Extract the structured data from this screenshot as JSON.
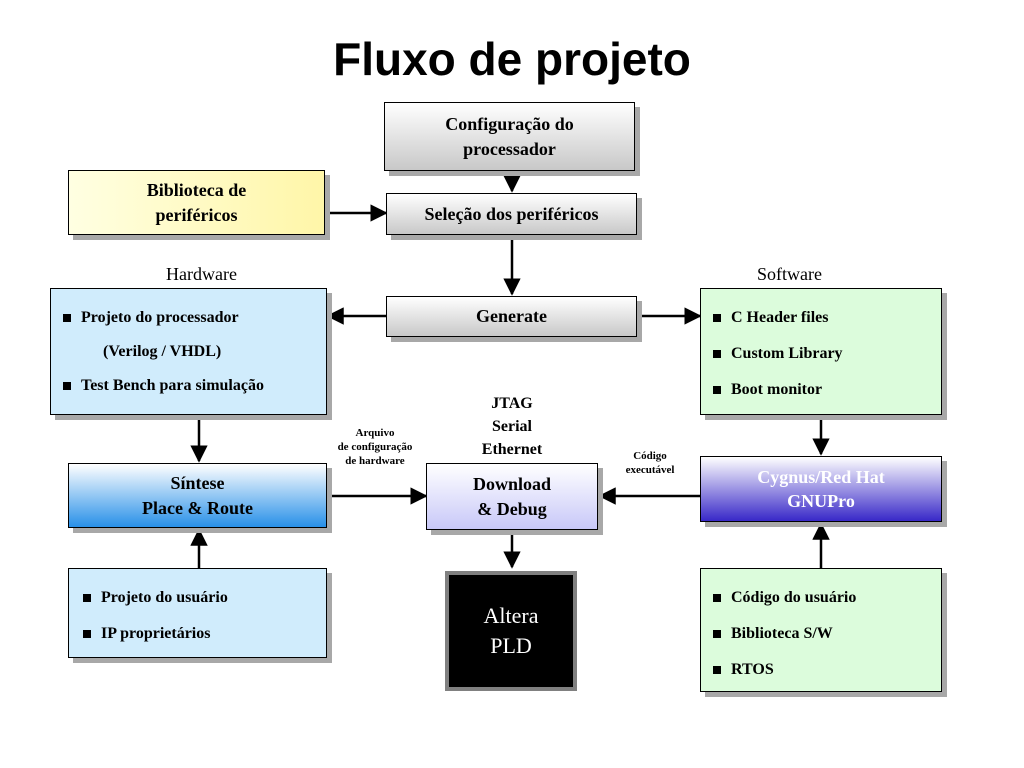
{
  "title": "Fluxo de projeto",
  "labels": {
    "hardware": "Hardware",
    "software": "Software",
    "jtag": [
      "JTAG",
      "Serial",
      "Ethernet"
    ],
    "arquivo": [
      "Arquivo",
      "de configuração",
      "de hardware"
    ],
    "codigo": [
      "Código",
      "executável"
    ]
  },
  "boxes": {
    "config": [
      "Configuração do",
      "processador"
    ],
    "biblioteca": [
      "Biblioteca de",
      "periféricos"
    ],
    "selecao": "Seleção dos periféricos",
    "generate": "Generate",
    "hardware_list": {
      "item1": "Projeto do processador",
      "item1_sub": "(Verilog / VHDL)",
      "item2": "Test Bench para simulação"
    },
    "software_list": [
      "C Header files",
      "Custom Library",
      "Boot monitor"
    ],
    "sintese": [
      "Síntese",
      "Place & Route"
    ],
    "download": [
      "Download",
      "& Debug"
    ],
    "cygnus": [
      "Cygnus/Red Hat",
      "GNUPro"
    ],
    "usuario_list": [
      "Projeto do usuário",
      "IP proprietários"
    ],
    "altera": [
      "Altera",
      "PLD"
    ],
    "codigo_list": [
      "Código do usuário",
      "Biblioteca S/W",
      "RTOS"
    ]
  }
}
